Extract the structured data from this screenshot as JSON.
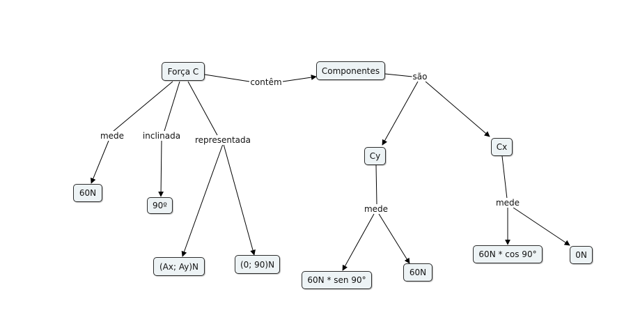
{
  "concepts": {
    "forca_c": "Força C",
    "componentes": "Componentes",
    "n60_a": "60N",
    "deg90": "90º",
    "axay": "(Ax; Ay)N",
    "zero90": "(0; 90)N",
    "cy": "Cy",
    "cx": "Cx",
    "sen": "60N * sen 90°",
    "n60_b": "60N",
    "cos": "60N * cos 90°",
    "zero_n": "0N"
  },
  "links": {
    "contem": "contêm",
    "sao": "são",
    "mede_1": "mede",
    "inclinada": "inclinada",
    "representada": "representada",
    "mede_2": "mede",
    "mede_3": "mede"
  }
}
